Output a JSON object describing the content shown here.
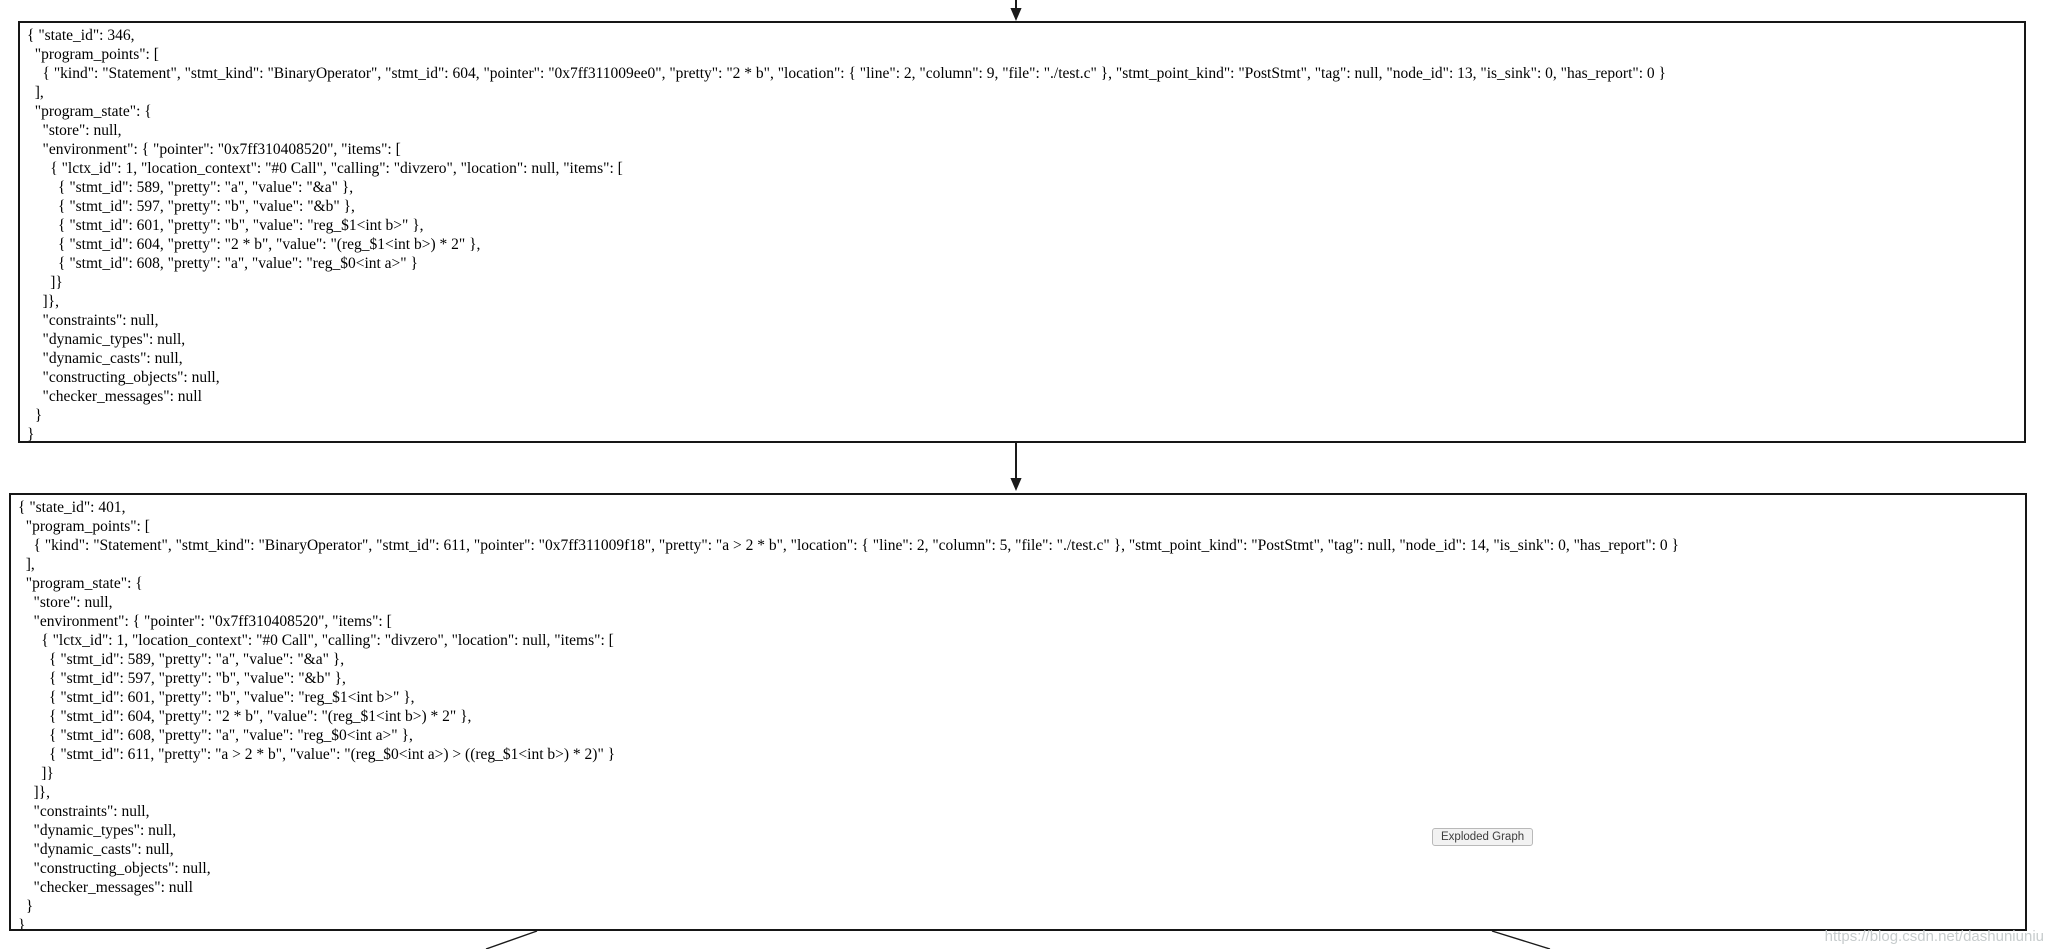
{
  "tooltip_label": "Exploded Graph",
  "watermark_text": "https://blog.csdn.net/dashuniuniu",
  "colors": {
    "node_border": "#161616",
    "edge": "#1a1a1a",
    "tooltip_bg": "#f2f2f2",
    "tooltip_border": "#b9b9b9",
    "watermark": "#c7cccd",
    "background": "#ffffff"
  },
  "nodes": [
    {
      "state_id": 346,
      "node_id": 13,
      "lines": [
        "{ \"state_id\": 346,",
        "  \"program_points\": [",
        "    { \"kind\": \"Statement\", \"stmt_kind\": \"BinaryOperator\", \"stmt_id\": 604, \"pointer\": \"0x7ff311009ee0\", \"pretty\": \"2 * b\", \"location\": { \"line\": 2, \"column\": 9, \"file\": \"./test.c\" }, \"stmt_point_kind\": \"PostStmt\", \"tag\": null, \"node_id\": 13, \"is_sink\": 0, \"has_report\": 0 }",
        "  ],",
        "  \"program_state\": {",
        "    \"store\": null,",
        "    \"environment\": { \"pointer\": \"0x7ff310408520\", \"items\": [",
        "      { \"lctx_id\": 1, \"location_context\": \"#0 Call\", \"calling\": \"divzero\", \"location\": null, \"items\": [",
        "        { \"stmt_id\": 589, \"pretty\": \"a\", \"value\": \"&a\" },",
        "        { \"stmt_id\": 597, \"pretty\": \"b\", \"value\": \"&b\" },",
        "        { \"stmt_id\": 601, \"pretty\": \"b\", \"value\": \"reg_$1<int b>\" },",
        "        { \"stmt_id\": 604, \"pretty\": \"2 * b\", \"value\": \"(reg_$1<int b>) * 2\" },",
        "        { \"stmt_id\": 608, \"pretty\": \"a\", \"value\": \"reg_$0<int a>\" }",
        "      ]}",
        "    ]},",
        "    \"constraints\": null,",
        "    \"dynamic_types\": null,",
        "    \"dynamic_casts\": null,",
        "    \"constructing_objects\": null,",
        "    \"checker_messages\": null",
        "  }",
        "}"
      ]
    },
    {
      "state_id": 401,
      "node_id": 14,
      "lines": [
        "{ \"state_id\": 401,",
        "  \"program_points\": [",
        "    { \"kind\": \"Statement\", \"stmt_kind\": \"BinaryOperator\", \"stmt_id\": 611, \"pointer\": \"0x7ff311009f18\", \"pretty\": \"a > 2 * b\", \"location\": { \"line\": 2, \"column\": 5, \"file\": \"./test.c\" }, \"stmt_point_kind\": \"PostStmt\", \"tag\": null, \"node_id\": 14, \"is_sink\": 0, \"has_report\": 0 }",
        "  ],",
        "  \"program_state\": {",
        "    \"store\": null,",
        "    \"environment\": { \"pointer\": \"0x7ff310408520\", \"items\": [",
        "      { \"lctx_id\": 1, \"location_context\": \"#0 Call\", \"calling\": \"divzero\", \"location\": null, \"items\": [",
        "        { \"stmt_id\": 589, \"pretty\": \"a\", \"value\": \"&a\" },",
        "        { \"stmt_id\": 597, \"pretty\": \"b\", \"value\": \"&b\" },",
        "        { \"stmt_id\": 601, \"pretty\": \"b\", \"value\": \"reg_$1<int b>\" },",
        "        { \"stmt_id\": 604, \"pretty\": \"2 * b\", \"value\": \"(reg_$1<int b>) * 2\" },",
        "        { \"stmt_id\": 608, \"pretty\": \"a\", \"value\": \"reg_$0<int a>\" },",
        "        { \"stmt_id\": 611, \"pretty\": \"a > 2 * b\", \"value\": \"(reg_$0<int a>) > ((reg_$1<int b>) * 2)\" }",
        "      ]}",
        "    ]},",
        "    \"constraints\": null,",
        "    \"dynamic_types\": null,",
        "    \"dynamic_casts\": null,",
        "    \"constructing_objects\": null,",
        "    \"checker_messages\": null",
        "  }",
        "}"
      ]
    }
  ]
}
